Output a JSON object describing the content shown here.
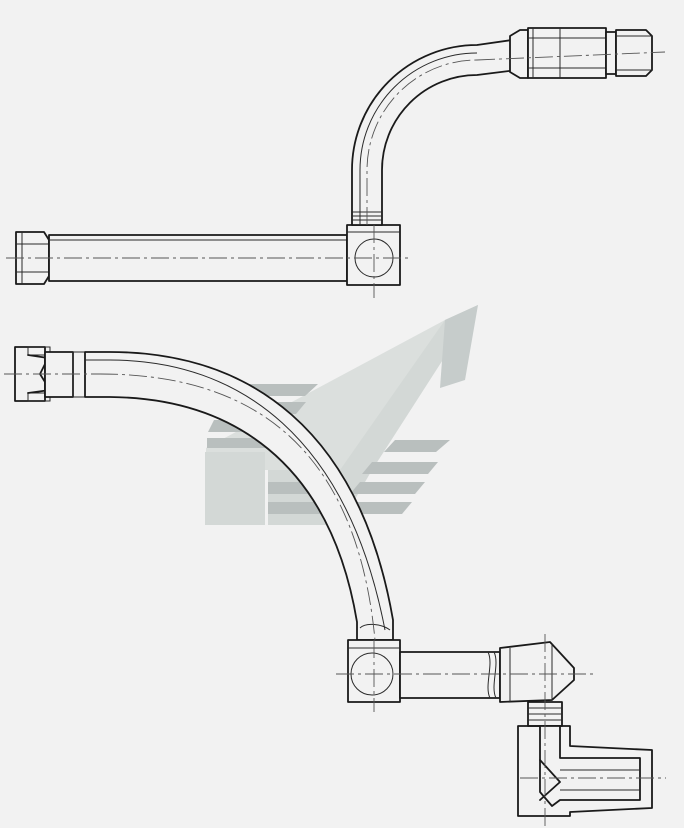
{
  "logo": {
    "name": "watermark-logo",
    "colors": {
      "light": "#d3d8d6",
      "dark": "#b9bfbe"
    }
  },
  "drawing": {
    "line_color": "#1a1a1a",
    "background": "#f2f2f2",
    "assemblies": [
      {
        "name": "upper-pipe-assembly"
      },
      {
        "name": "lower-pipe-assembly"
      }
    ]
  }
}
